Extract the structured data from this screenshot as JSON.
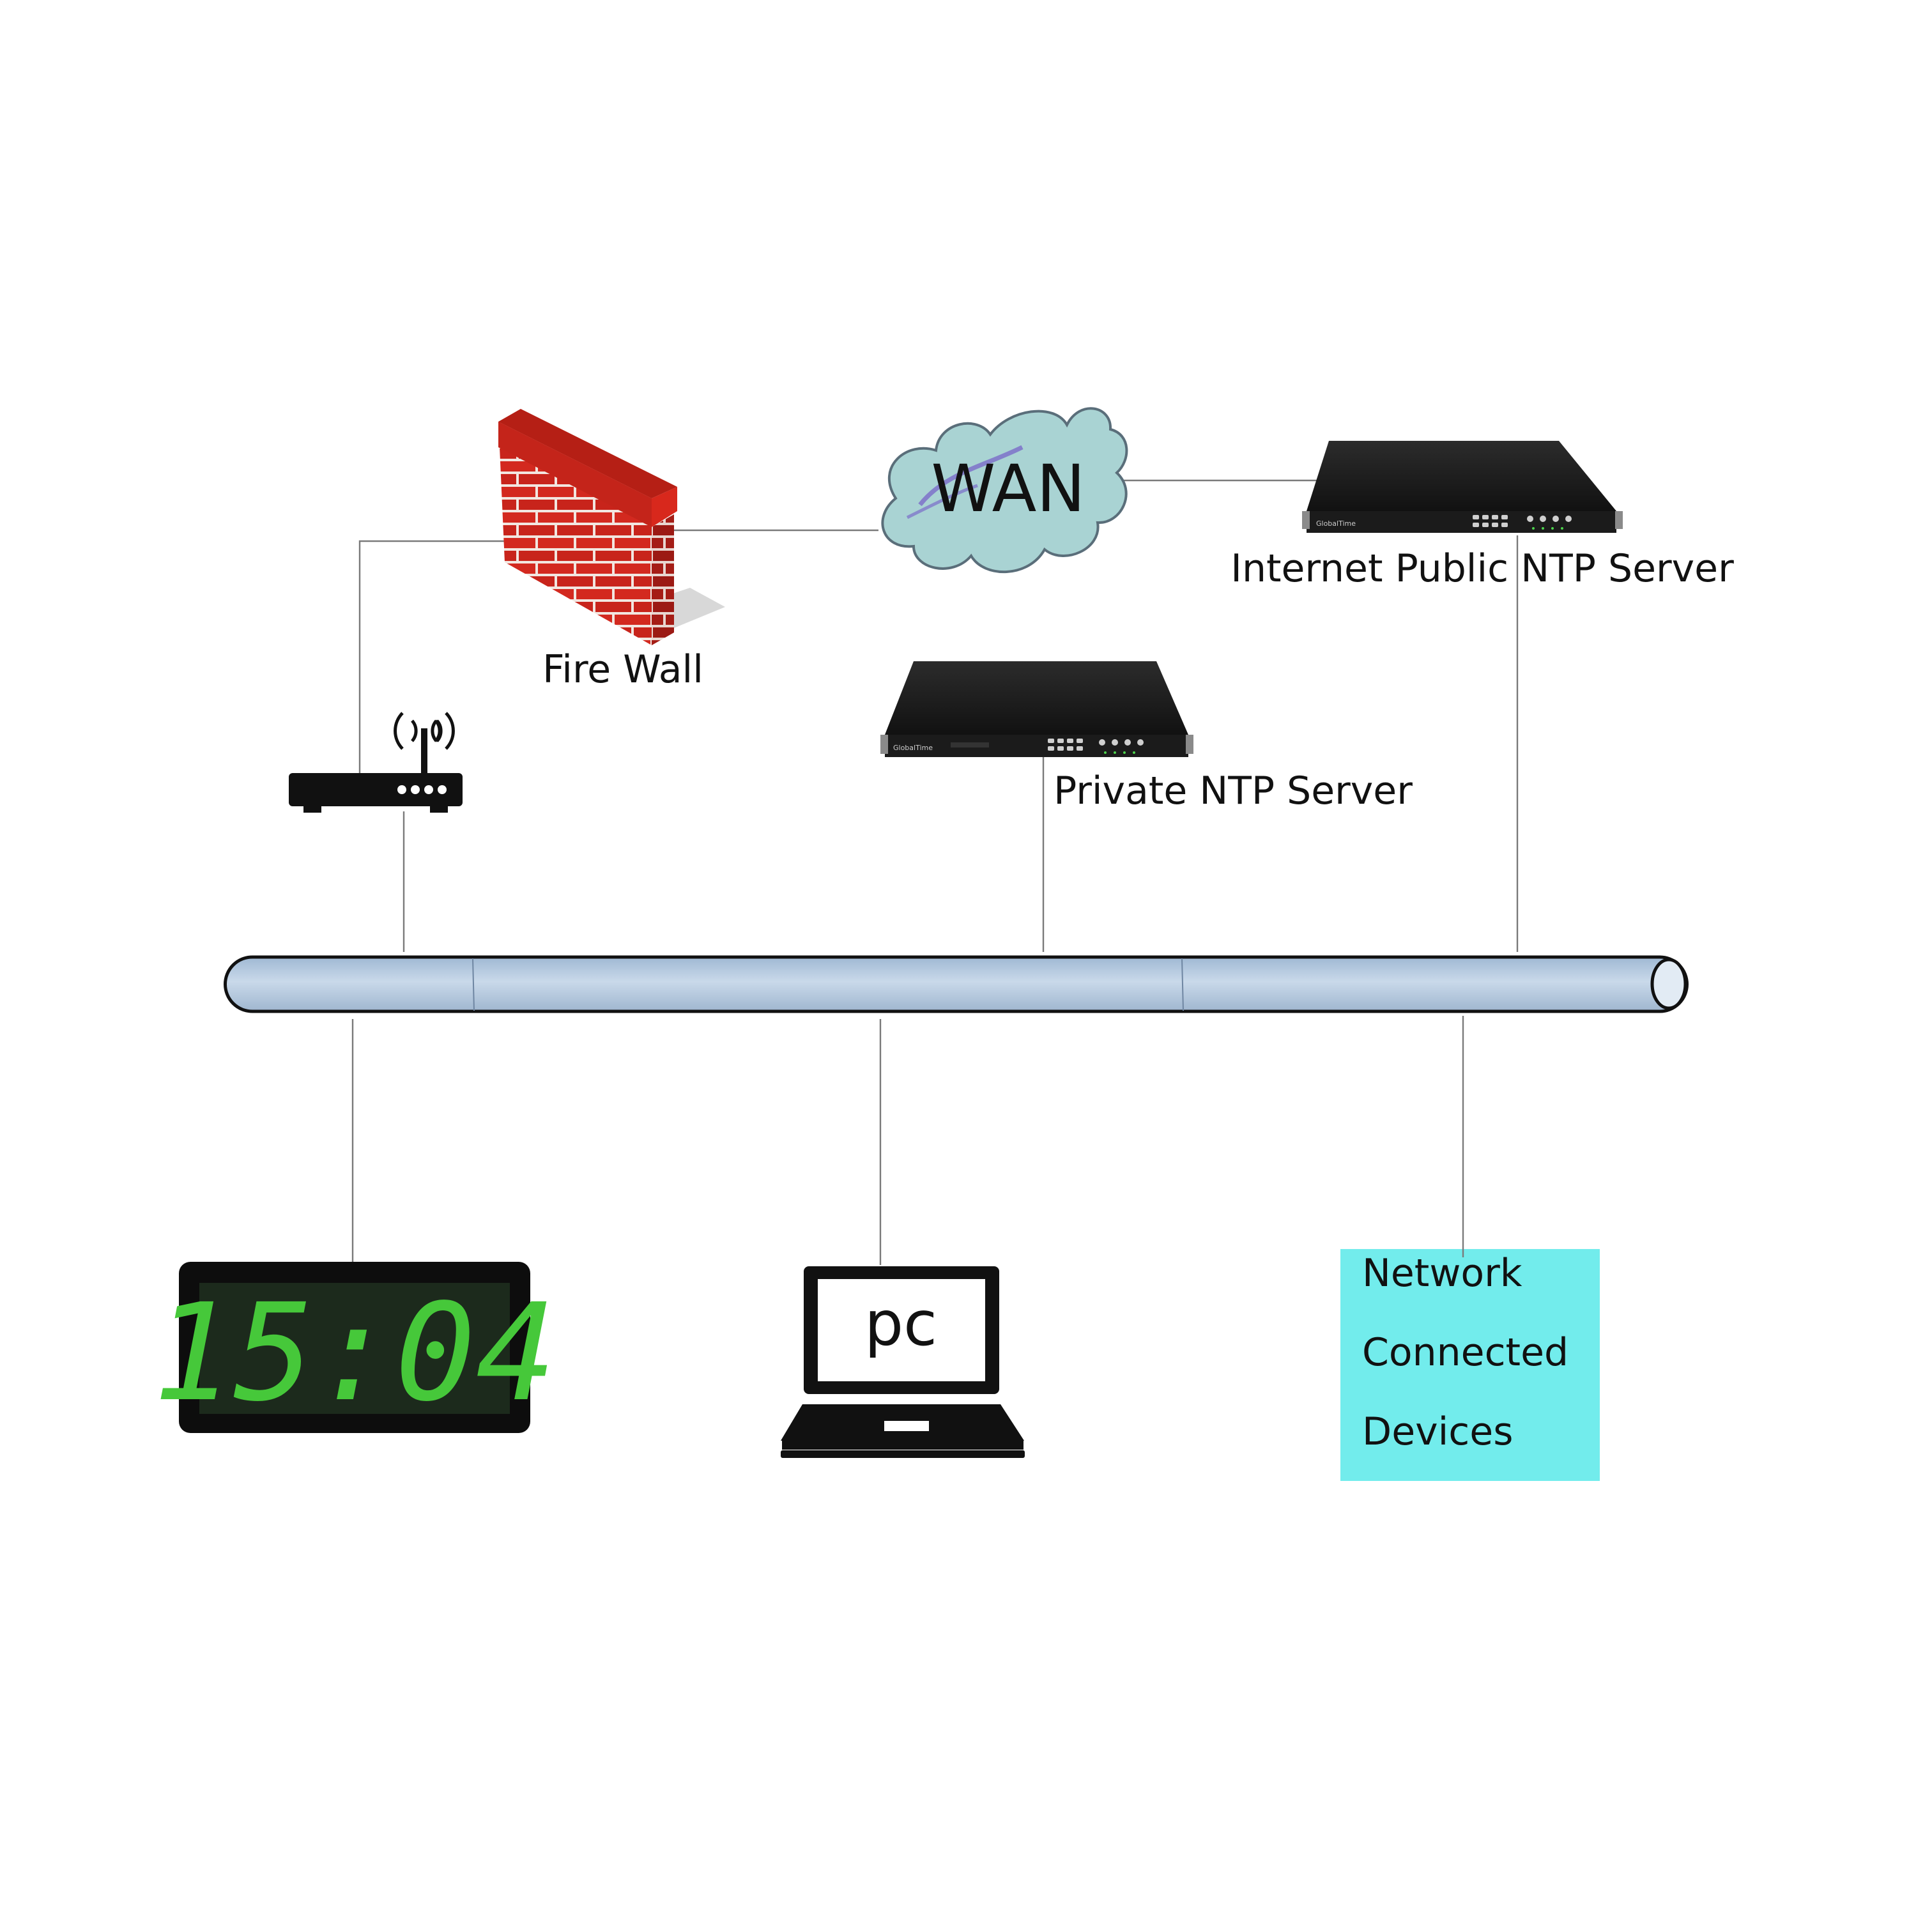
{
  "wan": {
    "label": "WAN"
  },
  "firewall": {
    "label": "Fire Wall"
  },
  "public_server": {
    "label": "Internet Public NTP Server",
    "brand": "GlobalTime"
  },
  "private_server": {
    "label": "Private NTP Server",
    "brand": "GlobalTime"
  },
  "clock": {
    "time": "15:04"
  },
  "laptop": {
    "label": "pc"
  },
  "devices": {
    "lines": [
      "Network",
      "Connected",
      "Devices"
    ]
  },
  "colors": {
    "cloud_fill": "#a9d3d3",
    "bus_fill": "#b3c9e0",
    "firewall_red": "#d12a22",
    "clock_green": "#46c83a",
    "devices_bg": "#72ecec",
    "server_body": "#1b1b1b"
  },
  "icons": [
    "cloud-icon",
    "firewall-icon",
    "router-icon",
    "ntp-server-icon",
    "digital-clock-icon",
    "laptop-icon"
  ]
}
